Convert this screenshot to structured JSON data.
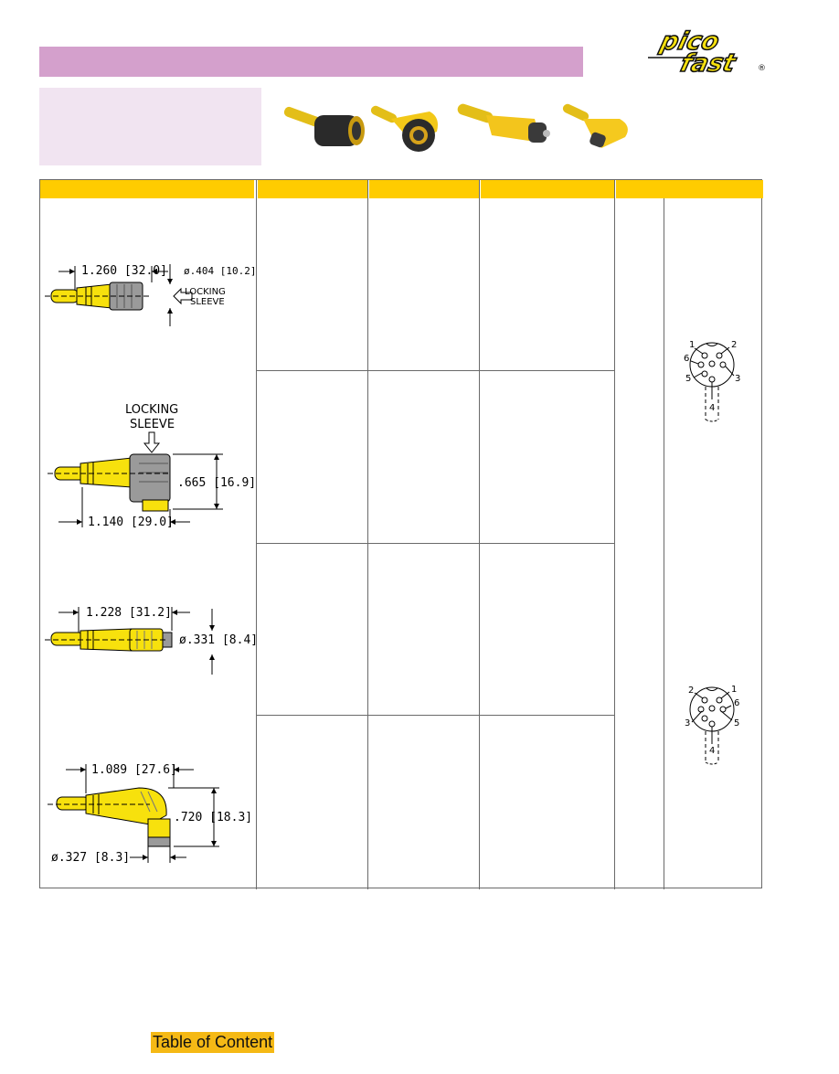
{
  "brand": {
    "logo_line1": "pico",
    "logo_line2": "fast",
    "registered": "®"
  },
  "drawings": {
    "straight_female": {
      "length": "1.260 [32.0]",
      "diameter": "ø.404 [10.2]",
      "sleeve_label_line1": "LOCKING",
      "sleeve_label_line2": "SLEEVE"
    },
    "right_angle_female": {
      "sleeve_label_line1": "LOCKING",
      "sleeve_label_line2": "SLEEVE",
      "height": ".665 [16.9]",
      "length": "1.140 [29.0]"
    },
    "straight_male": {
      "length": "1.228 [31.2]",
      "diameter": "ø.331 [8.4]"
    },
    "right_angle_male": {
      "length": "1.089 [27.6]",
      "height": ".720 [18.3]",
      "diameter": "ø.327 [8.3]"
    }
  },
  "pinouts": {
    "female": [
      "1",
      "2",
      "6",
      "5",
      "3",
      "4"
    ],
    "male": [
      "2",
      "1",
      "6",
      "3",
      "5",
      "4"
    ]
  },
  "footer": {
    "toc_label": "Table of Content"
  },
  "colors": {
    "title_bar": "#d4a0cc",
    "intro_box": "#f1e4f1",
    "header_band": "#ffcc00",
    "connector_yellow": "#f7e10d",
    "toc_bg": "#f5b915"
  }
}
